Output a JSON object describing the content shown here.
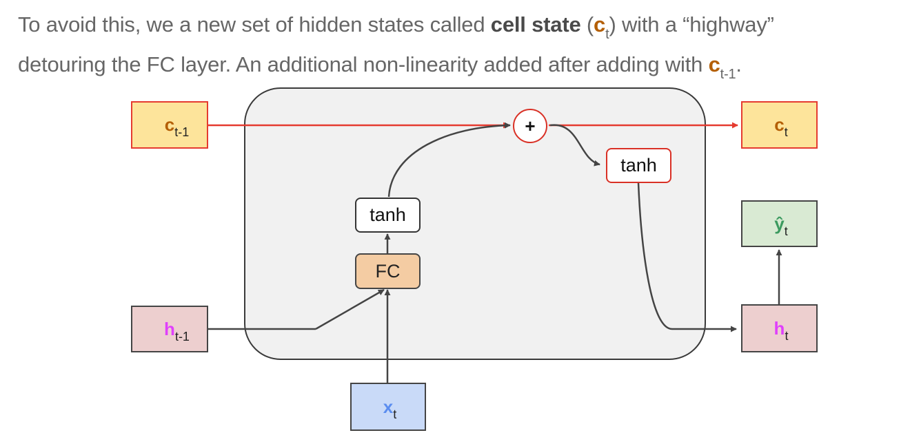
{
  "caption": {
    "l1_before": "To avoid this, we a new set of hidden states called ",
    "l1_bold": "cell state",
    "l1_paren_open": " (",
    "l1_c": "c",
    "l1_c_sub": "t",
    "l1_after": ") with a “highway”",
    "l2_before": "detouring the FC layer. An additional non-linearity added after adding with ",
    "l2_c": "c",
    "l2_c_sub": "t-1",
    "l2_end": "."
  },
  "nodes": {
    "c_prev": {
      "var": "c",
      "sub": "t-1"
    },
    "c_next": {
      "var": "c",
      "sub": "t"
    },
    "h_prev": {
      "var": "h",
      "sub": "t-1"
    },
    "h_next": {
      "var": "h",
      "sub": "t"
    },
    "y_hat": {
      "var": "ŷ",
      "sub": "t"
    },
    "x_in": {
      "var": "x",
      "sub": "t"
    },
    "fc": "FC",
    "tanh_inner": "tanh",
    "tanh_outer": "tanh",
    "plus": "+"
  },
  "colors": {
    "cell_var": "#b45f06",
    "hidden_var": "#e040fb",
    "output_var": "#3c9a5f",
    "input_var": "#5b8def",
    "highway": "#e53a2f",
    "cell_bg": "#f1f1f1"
  }
}
